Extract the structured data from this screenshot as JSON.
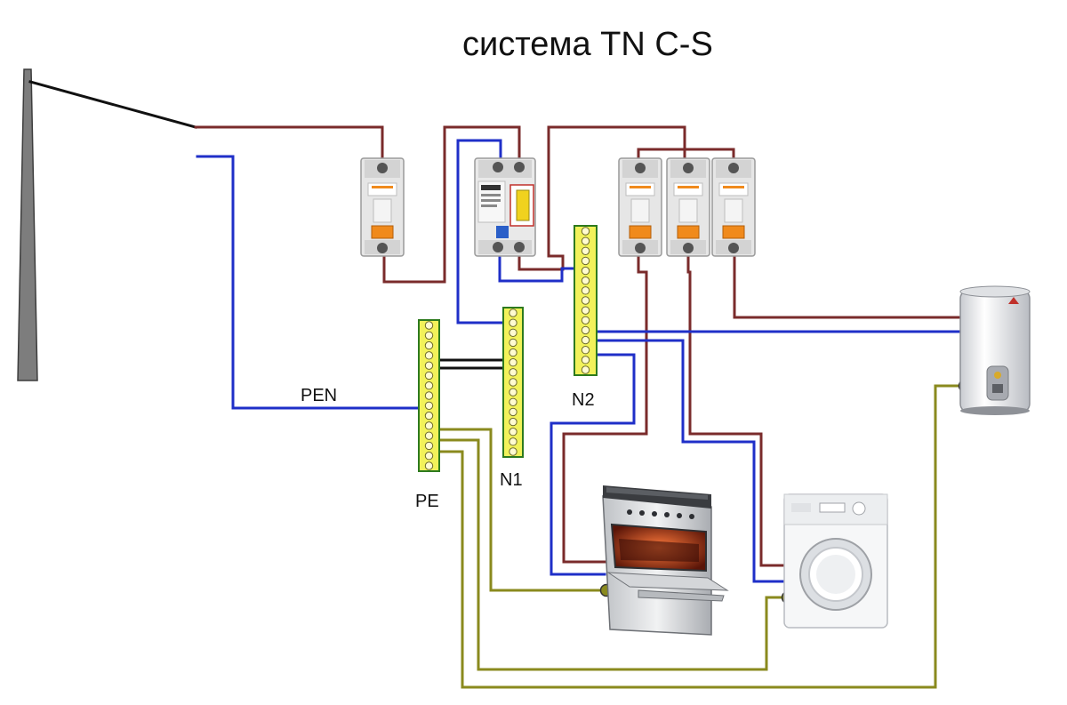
{
  "diagram": {
    "title": "система TN C-S",
    "labels": {
      "pen": "PEN",
      "pe": "PE",
      "n1": "N1",
      "n2": "N2"
    },
    "colors": {
      "phase": "#7a2b2b",
      "neutral": "#1f2fc8",
      "ground": "#8a8a1e",
      "overhead": "#111111",
      "busbar_fill": "#f2f25a",
      "busbar_border": "#2d7a1e",
      "breaker_body": "#e6e6e6",
      "breaker_lever": "#f08a1c",
      "rcd_test": "#f0d21e"
    },
    "components": [
      {
        "name": "utility-pole",
        "icon": "pole-icon"
      },
      {
        "name": "input-breaker",
        "icon": "circuit-breaker-icon"
      },
      {
        "name": "rcd",
        "icon": "rcd-icon"
      },
      {
        "name": "group-breaker-1",
        "icon": "circuit-breaker-icon"
      },
      {
        "name": "group-breaker-2",
        "icon": "circuit-breaker-icon"
      },
      {
        "name": "group-breaker-3",
        "icon": "circuit-breaker-icon"
      },
      {
        "name": "water-heater",
        "icon": "water-heater-icon"
      },
      {
        "name": "electric-stove",
        "icon": "stove-icon"
      },
      {
        "name": "washing-machine",
        "icon": "washing-machine-icon"
      }
    ]
  }
}
